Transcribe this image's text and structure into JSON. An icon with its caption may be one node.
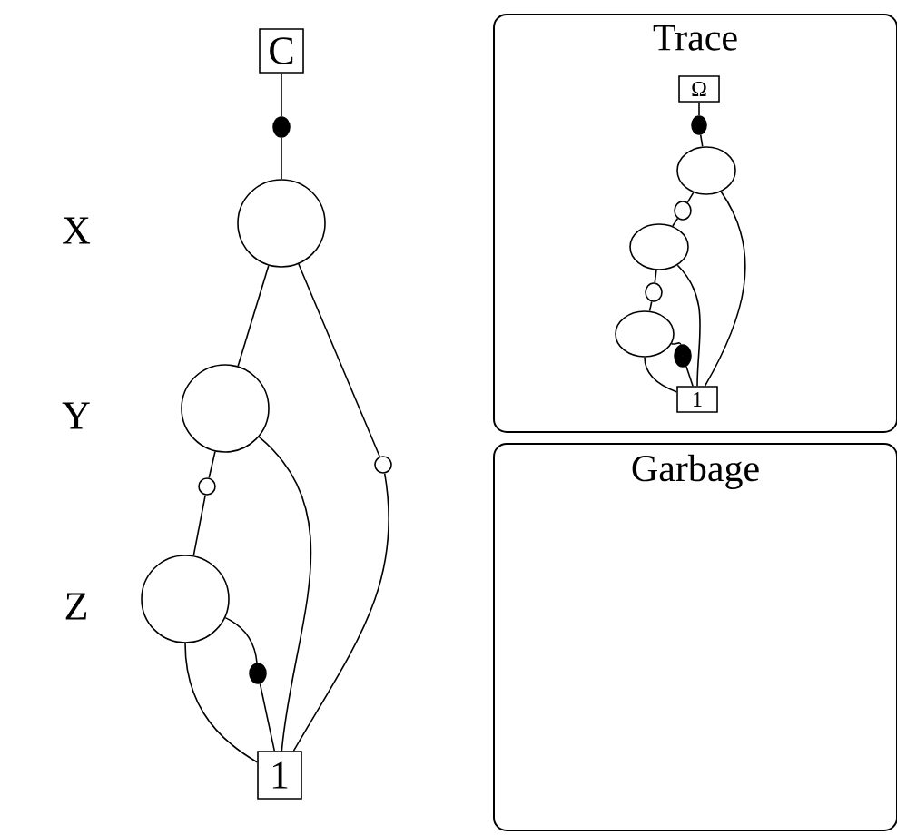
{
  "diagram": {
    "nodes": [
      {
        "text": [
          "C"
        ]
      },
      {
        "text": [],
        "shape": "dot"
      },
      {
        "text": [],
        "shape": "circle",
        "beside": [
          "X"
        ]
      },
      {
        "text": [],
        "shape": "circle",
        "beside": [
          "Y"
        ]
      },
      {
        "text": [],
        "shape": "ring"
      },
      {
        "text": [],
        "shape": "ring"
      },
      {
        "text": [],
        "shape": "circle",
        "beside": [
          "Z"
        ]
      },
      {
        "text": [],
        "shape": "dot"
      },
      {
        "text": [
          "1"
        ]
      },
      {
        "text": [
          "Trace"
        ]
      },
      {
        "text": [
          "Ω"
        ],
        "in": 9
      },
      {
        "text": [],
        "shape": "dot",
        "in": 9
      },
      {
        "text": [],
        "shape": "ellipse",
        "in": 9
      },
      {
        "text": [],
        "shape": "ring",
        "in": 9
      },
      {
        "text": [],
        "shape": "ellipse",
        "in": 9
      },
      {
        "text": [],
        "shape": "ring",
        "in": 9
      },
      {
        "text": [],
        "shape": "ellipse",
        "in": 9
      },
      {
        "text": [],
        "shape": "dot",
        "in": 9
      },
      {
        "text": [
          "1"
        ],
        "in": 9
      },
      {
        "text": [
          "Garbage"
        ]
      }
    ],
    "edges": [
      {
        "from": 0,
        "to": 1,
        "arrow": "none"
      },
      {
        "from": 1,
        "to": 2,
        "arrow": "none"
      },
      {
        "from": 2,
        "to": 3,
        "arrow": "none"
      },
      {
        "from": 2,
        "to": 5,
        "arrow": "none"
      },
      {
        "from": 3,
        "to": 4,
        "arrow": "none"
      },
      {
        "from": 4,
        "to": 6,
        "arrow": "none"
      },
      {
        "from": 3,
        "to": 8,
        "arrow": "none"
      },
      {
        "from": 5,
        "to": 8,
        "arrow": "none"
      },
      {
        "from": 6,
        "to": 8,
        "arrow": "none"
      },
      {
        "from": 6,
        "to": 7,
        "arrow": "none"
      },
      {
        "from": 7,
        "to": 8,
        "arrow": "none"
      },
      {
        "from": 10,
        "to": 11,
        "arrow": "none"
      },
      {
        "from": 11,
        "to": 12,
        "arrow": "none"
      },
      {
        "from": 12,
        "to": 13,
        "arrow": "none"
      },
      {
        "from": 13,
        "to": 14,
        "arrow": "none"
      },
      {
        "from": 12,
        "to": 18,
        "arrow": "none"
      },
      {
        "from": 14,
        "to": 15,
        "arrow": "none"
      },
      {
        "from": 15,
        "to": 16,
        "arrow": "none"
      },
      {
        "from": 14,
        "to": 18,
        "arrow": "none"
      },
      {
        "from": 16,
        "to": 18,
        "arrow": "none"
      },
      {
        "from": 16,
        "to": 17,
        "arrow": "none"
      },
      {
        "from": 17,
        "to": 18,
        "arrow": "none"
      }
    ]
  }
}
